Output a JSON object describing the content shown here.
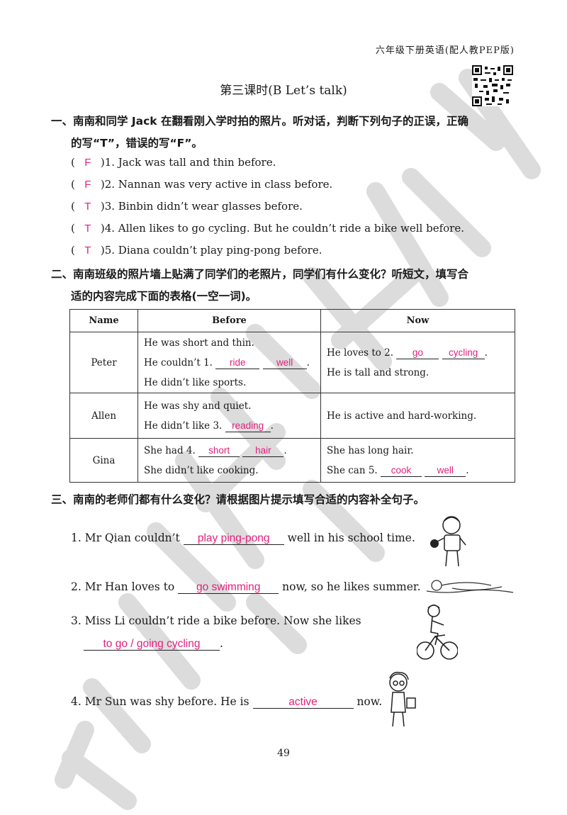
{
  "header": {
    "book": "六年级下册英语(配人教PEP版)"
  },
  "title": "第三课时(B Let’s talk)",
  "section1": {
    "heading_line1": "一、南南和同学 Jack 在翻看刚入学时拍的照片。听对话，判断下列句子的正误，正确",
    "heading_line2": "的写“T”，错误的写“F”。",
    "items": [
      {
        "answer": "F",
        "text": ")1. Jack was tall and thin before."
      },
      {
        "answer": "F",
        "text": ")2. Nannan was very active in class before."
      },
      {
        "answer": "T",
        "text": ")3. Binbin didn’t wear glasses before."
      },
      {
        "answer": "T",
        "text": ")4. Allen likes to go cycling. But he couldn’t ride a bike well before."
      },
      {
        "answer": "T",
        "text": ")5. Diana couldn’t play ping-pong before."
      }
    ]
  },
  "section2": {
    "heading_line1": "二、南南班级的照片墙上贴满了同学们的老照片，同学们有什么变化？听短文，填写合",
    "heading_line2": "适的内容完成下面的表格(一空一词)。",
    "headers": {
      "name": "Name",
      "before": "Before",
      "now": "Now"
    },
    "peter": {
      "name": "Peter",
      "b1": "He was short and thin.",
      "b2_pre": "He couldn’t 1.",
      "b2_a1": "ride",
      "b2_a2": "well",
      "b3": "He didn’t like sports.",
      "n1_pre": "He loves to 2.",
      "n1_a1": "go",
      "n1_a2": "cycling",
      "n2": "He is tall and strong."
    },
    "allen": {
      "name": "Allen",
      "b1": "He was shy and quiet.",
      "b2_pre": "He didn’t like 3.",
      "b2_a": "reading",
      "n1": "He is active and hard-working."
    },
    "gina": {
      "name": "Gina",
      "b1_pre": "She had 4.",
      "b1_a1": "short",
      "b1_a2": "hair",
      "b2": "She didn’t like cooking.",
      "n1": "She has long hair.",
      "n2_pre": "She can 5.",
      "n2_a1": "cook",
      "n2_a2": "well"
    }
  },
  "section3": {
    "heading": "三、南南的老师们都有什么变化？请根据图片提示填写合适的内容补全句子。",
    "q1_pre": "1. Mr Qian couldn’t",
    "q1_ans": "play ping-pong",
    "q1_post": "well in his school time.",
    "q2_pre": "2. Mr Han loves to",
    "q2_ans": "go swimming",
    "q2_post": "now, so he likes summer.",
    "q3_line1": "3. Miss Li couldn’t ride a bike before. Now she likes",
    "q3_ans": "to go / going cycling",
    "q4_pre": "4. Mr Sun was shy before. He is",
    "q4_ans": "active",
    "q4_post": "now."
  },
  "period": ".",
  "page_number": "49",
  "colors": {
    "answer": "#e0217e",
    "text": "#1a1a1a",
    "watermark": "#d9d9d9"
  }
}
